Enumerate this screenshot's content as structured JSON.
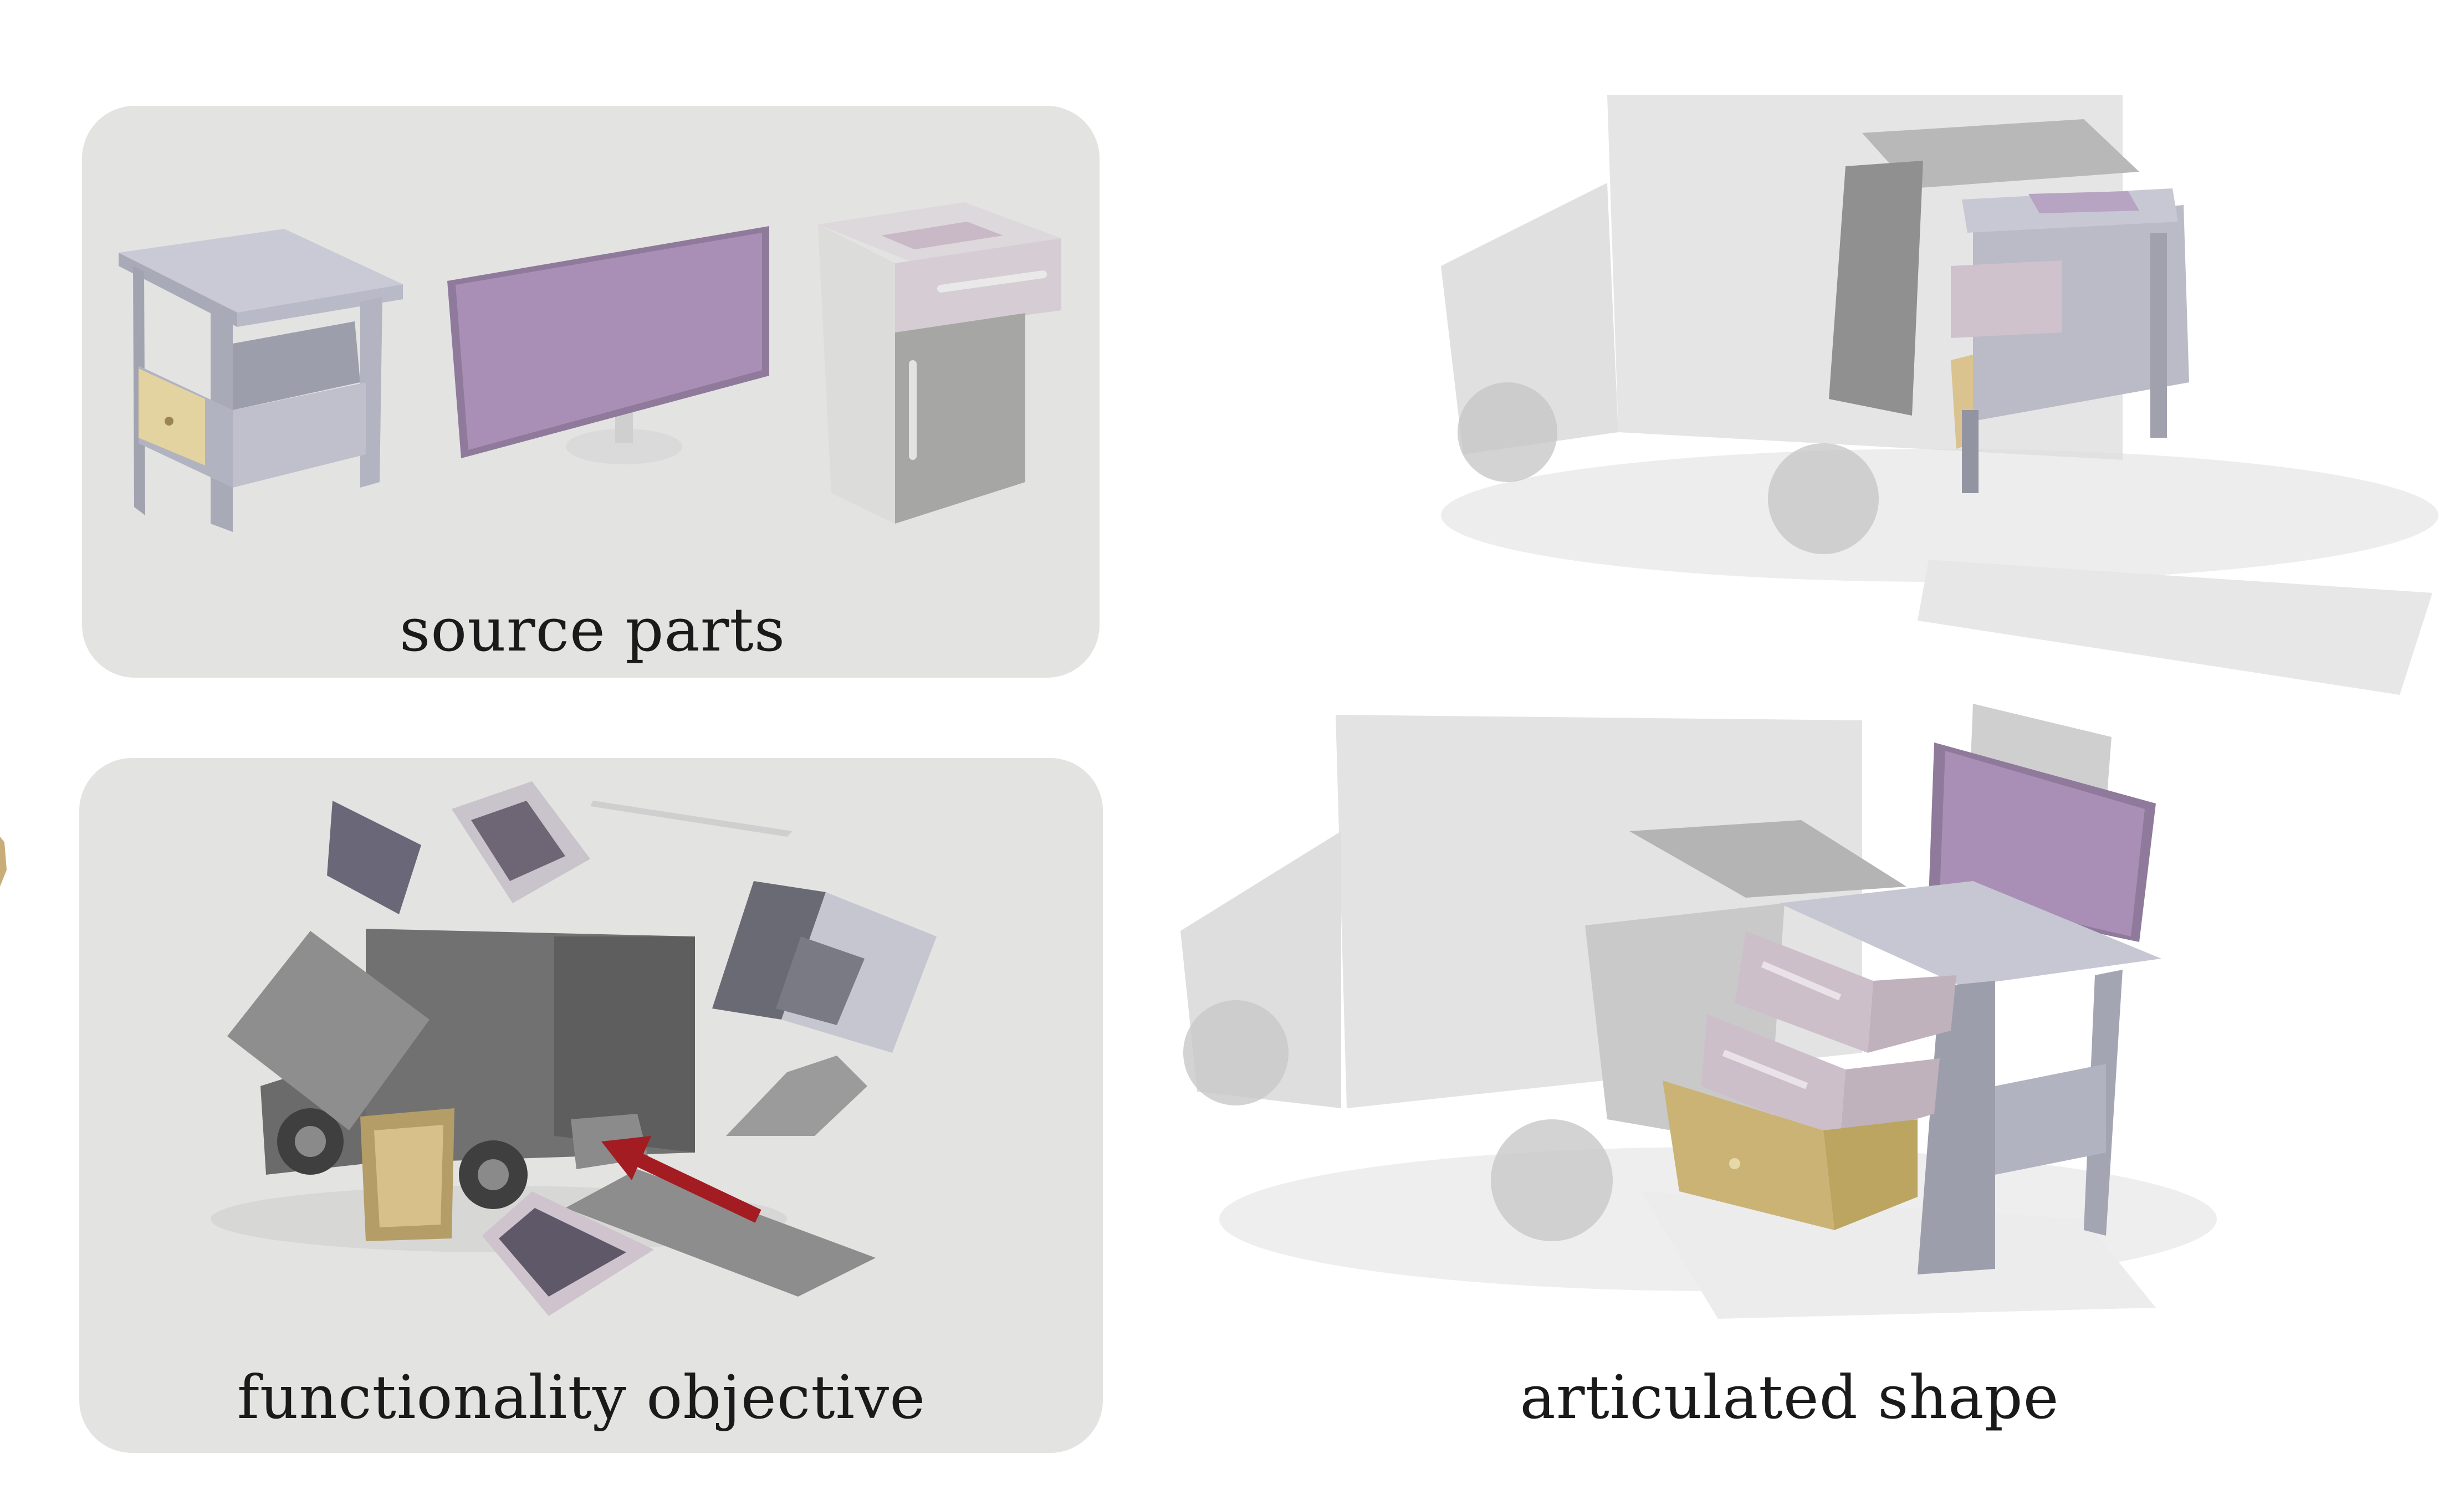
{
  "figure": {
    "panels": [
      {
        "label": "source parts"
      },
      {
        "label": "functionality objective"
      },
      {
        "label": "articulated shape"
      }
    ]
  },
  "colors": {
    "panel_bg": "#e3e3e2",
    "nightstand": "#b8b9c6",
    "monitor": "#a98fb5",
    "drawer_yellow": "#cbb375",
    "drawer_pink": "#cdbfca",
    "truck_dark": "#6e6e6e",
    "ghost": "#d2d2d2",
    "arrow": "#a31c22"
  }
}
